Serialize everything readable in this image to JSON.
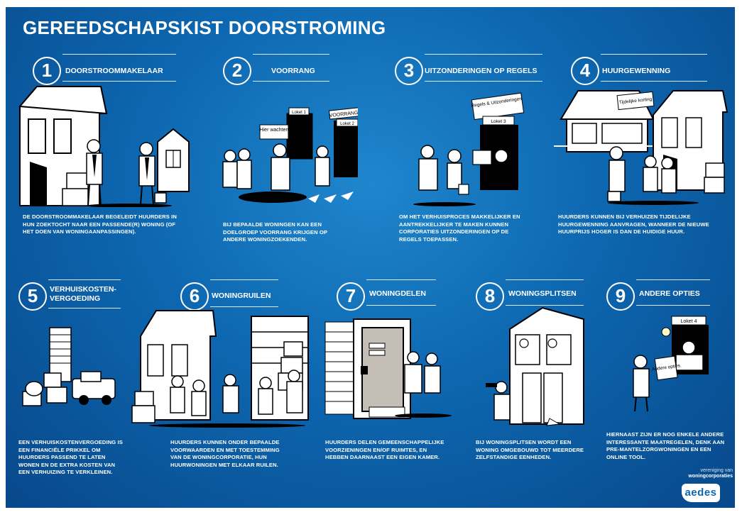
{
  "title": "GEREEDSCHAPSKIST DOORSTROMING",
  "items": [
    {
      "num": "1",
      "heading": "DOORSTROOMMAKELAAR",
      "text": "DE DOORSTROOMMAKELAAR BEGELEIDT HUURDERS IN HUN ZOEKTOCHT NAAR EEN PASSENDE(R) WONING (OF HET DOEN VAN WONINGAANPASSINGEN)."
    },
    {
      "num": "2",
      "heading": "VOORRANG",
      "text": "BIJ BEPAALDE WONINGEN KAN EEN DOELGROEP VOORRANG KRIJGEN OP ANDERE WONINGZOEKENDEN."
    },
    {
      "num": "3",
      "heading": "UITZONDERINGEN OP REGELS",
      "text": "OM HET VERHUISPROCES MAKKELIJKER EN AANTREKKELIJKER TE MAKEN KUNNEN CORPORATIES UITZONDERINGEN OP DE REGELS TOEPASSEN."
    },
    {
      "num": "4",
      "heading": "HUURGEWENNING",
      "text": "HUURDERS KUNNEN BIJ VERHUIZEN TIJDELIJKE HUURGEWENNING AANVRAGEN, WANNEER DE NIEUWE HUURPRIJS HOGER IS DAN DE HUIDIGE HUUR."
    },
    {
      "num": "5",
      "heading": "VERHUISKOSTEN-\nVERGOEDING",
      "text": "EEN VERHUISKOSTENVERGOEDING IS EEN FINANCIËLE PRIKKEL OM HUURDERS PASSEND TE LATEN WONEN EN DE EXTRA KOSTEN VAN EEN VERHUIZING TE VERKLEINEN."
    },
    {
      "num": "6",
      "heading": "WONINGRUILEN",
      "text": "HUURDERS KUNNEN ONDER BEPAALDE VOORWAARDEN EN MET TOESTEMMING VAN DE WONINGCORPORATIE, HUN HUURWONINGEN MET ELKAAR RUILEN."
    },
    {
      "num": "7",
      "heading": "WONINGDELEN",
      "text": "HUURDERS DELEN GEMEENSCHAPPELIJKE VOORZIENINGEN EN/OF RUIMTES, EN HEBBEN DAARNAAST EEN EIGEN KAMER."
    },
    {
      "num": "8",
      "heading": "WONINGSPLITSEN",
      "text": "BIJ WONINGSPLITSEN WORDT EEN WONING OMGEBOUWD TOT MEERDERE ZELFSTANDIGE EENHEDEN."
    },
    {
      "num": "9",
      "heading": "ANDERE OPTIES",
      "text": "HIERNAAST ZIJN ER NOG ENKELE ANDERE INTERESSANTE MAATREGELEN, DENK AAN PRE-MANTELZORGWONINGEN EN EEN ONLINE TOOL."
    }
  ],
  "signs": {
    "hier_wachten": "Hier wachten",
    "loket1": "Loket 1",
    "voorrang": "VOORRANG",
    "loket2": "Loket 2",
    "regels": "Regels & Uitzonderingen",
    "loket3": "Loket 3",
    "tijdelijke": "Tijdelijke korting",
    "loket4": "Loket 4",
    "andere": "Andere opties"
  },
  "logo": {
    "line1": "vereniging van",
    "line2": "woningcorporaties",
    "mark": "aedes"
  },
  "colors": {
    "background": "#0d67b0",
    "text": "#ffffff"
  }
}
